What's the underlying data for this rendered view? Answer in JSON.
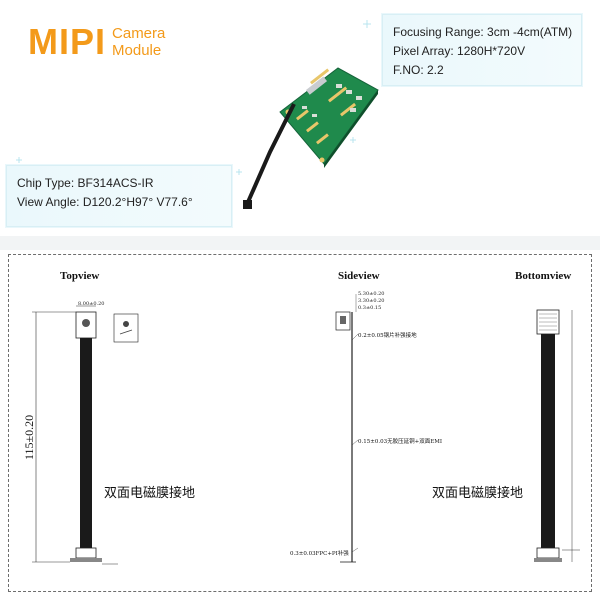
{
  "header": {
    "logo_main": "MIPI",
    "logo_sub_line1": "Camera",
    "logo_sub_line2": "Module"
  },
  "specs_right": {
    "focusing_range": "Focusing Range: 3cm -4cm(ATM)",
    "pixel_array": "Pixel Array:  1280H*720V",
    "fno": "F.NO: 2.2"
  },
  "specs_left": {
    "chip_type": "Chip Type: BF314ACS-IR",
    "view_angle": "View Angle: D120.2°H97° V77.6°"
  },
  "drawing": {
    "topview_title": "Topview",
    "sideview_title": "Sideview",
    "bottomview_title": "Bottomview",
    "length_dimension": "115±0.20",
    "emi_label_top": "双面电磁膜接地",
    "emi_label_bottom": "双面电磁膜接地",
    "side_note_1": "0.2±0.05钢片补强接地",
    "side_note_2": "0.15±0.03无胶压延铜+双面EMI",
    "side_note_3": "0.3±0.03FPC+PI补强",
    "top_dim": "8.00±0.20",
    "side_dim_1": "5.30±0.20",
    "side_dim_2": "3.30±0.20",
    "side_dim_3": "0.3±0.15"
  },
  "colors": {
    "logo_orange": "#f39a1a",
    "card_background": "#eaf8fc",
    "pcb_green": "#1f8a4c",
    "cable_black": "#1a1a1a"
  }
}
